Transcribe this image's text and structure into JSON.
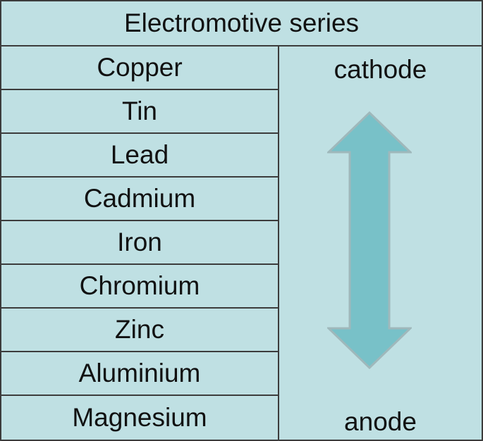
{
  "title": "Electromotive series",
  "metals": [
    "Copper",
    "Tin",
    "Lead",
    "Cadmium",
    "Iron",
    "Chromium",
    "Zinc",
    "Aluminium",
    "Magnesium"
  ],
  "ends": {
    "top": "cathode",
    "bottom": "anode"
  },
  "arrow": {
    "fill": "#78c1c8",
    "stroke": "#9fb8bb",
    "icon": "double-headed-vertical-arrow-icon"
  },
  "colors": {
    "background": "#bfe0e3",
    "border": "#3c3c3c",
    "text": "#111111"
  }
}
